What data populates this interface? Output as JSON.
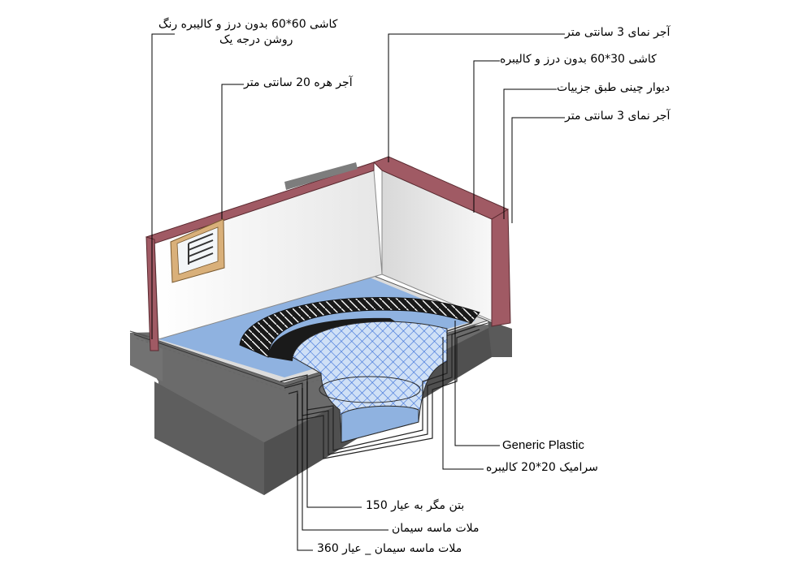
{
  "labels": {
    "tile_60x60": "کاشی 60*60 بدون درز و کالیبره رنگ",
    "tile_60x60_line2": "روشن درجه یک",
    "block_20cm": "آجر هره 20 سانتی متر",
    "facing_brick_3cm_top": "آجر نمای 3 سانتی متر",
    "tile_30x60": "کاشی 30*60 بدون درز و کالیبره",
    "wall_masonry": "دیوار چینی طبق جزییات",
    "facing_brick_3cm": "آجر نمای 3 سانتی متر",
    "generic_plastic": "Generic Plastic",
    "ceramic_20x20": "سرامیک 20*20 کالیبره",
    "concrete_150": "بتن مگر به عیار 150",
    "cement_mortar": "ملات ماسه سیمان",
    "cement_mortar_360": "ملات ماسه سیمان _ عیار 360"
  },
  "colors": {
    "foundation": "#6b6b6b",
    "foundation_dark": "#4f4f4f",
    "wall_face": "#f4f4f4",
    "brick": "#a05a64",
    "floor": "#8fb2e0",
    "mesh": "#3a6fd8",
    "frame": "#d9b07a",
    "leader": "#000000"
  }
}
